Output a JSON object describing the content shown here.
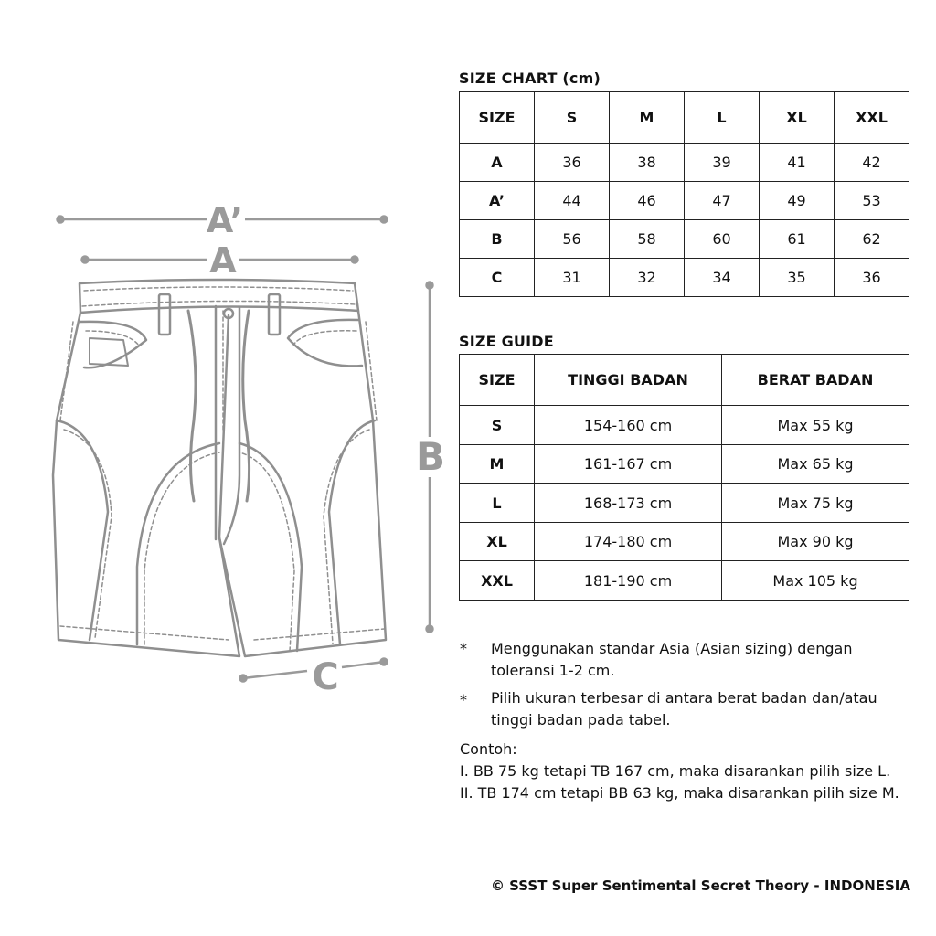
{
  "diagram": {
    "labels": {
      "a_prime": "A’",
      "a": "A",
      "b": "B",
      "c": "C"
    },
    "colors": {
      "outline": "#8f8f8f",
      "dimension": "#9a9a9a"
    }
  },
  "size_chart": {
    "title": "SIZE CHART (cm)",
    "columns": [
      "SIZE",
      "S",
      "M",
      "L",
      "XL",
      "XXL"
    ],
    "rows": [
      {
        "label": "A",
        "values": [
          "36",
          "38",
          "39",
          "41",
          "42"
        ]
      },
      {
        "label": "A’",
        "values": [
          "44",
          "46",
          "47",
          "49",
          "53"
        ]
      },
      {
        "label": "B",
        "values": [
          "56",
          "58",
          "60",
          "61",
          "62"
        ]
      },
      {
        "label": "C",
        "values": [
          "31",
          "32",
          "34",
          "35",
          "36"
        ]
      }
    ]
  },
  "size_guide": {
    "title": "SIZE GUIDE",
    "columns": [
      "SIZE",
      "TINGGI BADAN",
      "BERAT BADAN"
    ],
    "rows": [
      {
        "size": "S",
        "height": "154-160 cm",
        "weight": "Max 55 kg"
      },
      {
        "size": "M",
        "height": "161-167 cm",
        "weight": "Max 65 kg"
      },
      {
        "size": "L",
        "height": "168-173 cm",
        "weight": "Max 75 kg"
      },
      {
        "size": "XL",
        "height": "174-180 cm",
        "weight": "Max 90 kg"
      },
      {
        "size": "XXL",
        "height": "181-190 cm",
        "weight": "Max 105 kg"
      }
    ]
  },
  "notes": {
    "bullet": "*",
    "items": [
      {
        "line1": "Menggunakan standar Asia (Asian sizing) dengan",
        "line2": "toleransi 1-2 cm."
      },
      {
        "line1": "Pilih ukuran terbesar di antara berat badan dan/atau",
        "line2": "tinggi badan pada tabel."
      }
    ],
    "example_title": "Contoh:",
    "examples": [
      "I. BB 75 kg tetapi TB 167 cm, maka disarankan pilih size L.",
      "II. TB 174 cm tetapi BB 63 kg, maka disarankan pilih size M."
    ]
  },
  "footer": {
    "copyright": "© SSST Super Sentimental Secret Theory -  INDONESIA"
  }
}
